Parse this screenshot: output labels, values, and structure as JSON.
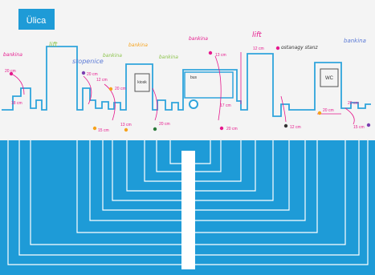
{
  "title_badge": "Ülica",
  "labels": {
    "lift_left": "lift",
    "lift_right": "lift",
    "stopenice": "stopenice",
    "bankina_1": "bankina",
    "bankina_2": "bankina",
    "bankina_3": "bankina",
    "bankina_4": "bankina",
    "bankina_top": "bankina",
    "bankina_top2": "bankina",
    "ostanagy_stanz": "ostanagy stanz",
    "box_1": "kiosk",
    "box_2": "bus",
    "box_3": "WC"
  },
  "distances": {
    "d1": "20 cm",
    "d2": "18 cm",
    "d3": "20 cm",
    "d4": "12 cm",
    "d5": "15 cm",
    "d6": "13 cm",
    "d7": "20 cm",
    "d8": "20 cm",
    "d9": "13 cm",
    "d10": "20 cm",
    "d11": "12 cm",
    "d12": "17 cm",
    "d13": "12 cm",
    "d14": "20 cm",
    "d15": "15 cm",
    "d16": "20 cm"
  },
  "colors": {
    "profile": "#2fa4dc",
    "ground_block": "#1e9bd7",
    "measure": "#e6198d",
    "label_blue": "#5b7ad6",
    "label_green": "#8bc34a",
    "label_orange": "#f6a21c",
    "label_purple": "#7a3fb0",
    "white_bar": "#ffffff"
  }
}
